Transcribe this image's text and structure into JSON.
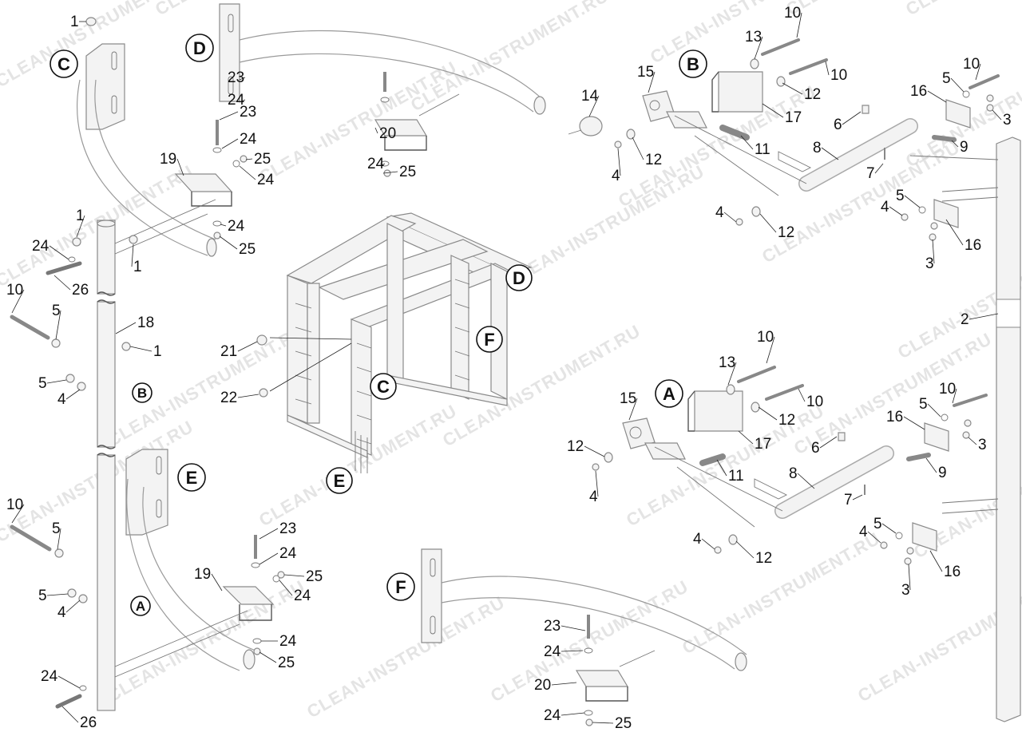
{
  "diagram": {
    "watermark": "CLEAN-INSTRUMENT.RU",
    "ref_letters": [
      "A",
      "B",
      "C",
      "D",
      "E",
      "F"
    ],
    "part_numbers": [
      "1",
      "2",
      "3",
      "4",
      "5",
      "6",
      "7",
      "8",
      "9",
      "10",
      "11",
      "12",
      "13",
      "14",
      "15",
      "16",
      "17",
      "18",
      "19",
      "20",
      "21",
      "22",
      "23",
      "24",
      "25",
      "26"
    ]
  }
}
